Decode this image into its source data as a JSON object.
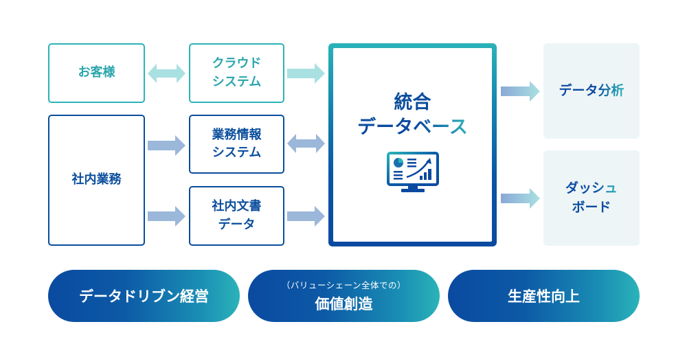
{
  "diagram": {
    "sources": {
      "customer": "お客様",
      "cloud_system": [
        "クラウド",
        "システム"
      ],
      "internal_operations": "社内業務",
      "business_info_system": [
        "業務情報",
        "システム"
      ],
      "internal_documents": [
        "社内文書",
        "データ"
      ]
    },
    "hub": {
      "title": [
        "統合",
        "データベース"
      ],
      "icon": "monitor-analytics-icon"
    },
    "outputs": {
      "data_analysis": "データ分析",
      "dashboard": [
        "ダッシュ",
        "ボード"
      ]
    },
    "outcomes": [
      {
        "label": "データドリブン経営",
        "sub": ""
      },
      {
        "label": "価値創造",
        "sub": "（バリューシェーン全体での）"
      },
      {
        "label": "生産性向上",
        "sub": ""
      }
    ],
    "colors": {
      "teal": "#2bb3b8",
      "navy": "#0a4d9c",
      "light_arrow_teal": "#a9e0e2",
      "light_arrow_blue": "#9bb7da",
      "output_bg": "#eef5f7"
    }
  }
}
